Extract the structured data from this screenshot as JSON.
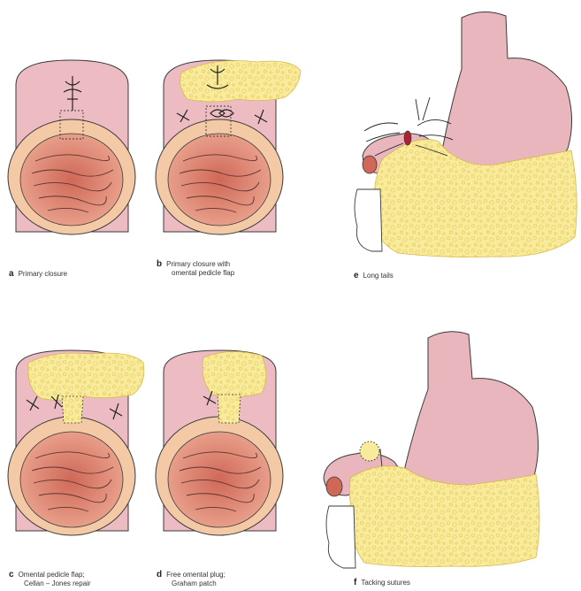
{
  "colors": {
    "tissue_pink": "#edbcc2",
    "lumen_salmon": "#e2907f",
    "lumen_dark": "#d06858",
    "omentum_yellow": "#f8ec9c",
    "stomach_pink": "#e8b6bc",
    "outline": "#3a3a3a"
  },
  "panels": {
    "a": {
      "letter": "a",
      "caption": "Primary closure"
    },
    "b": {
      "letter": "b",
      "caption_line1": "Primary closure with",
      "caption_line2": "omental pedicle flap"
    },
    "c": {
      "letter": "c",
      "caption_line1": "Omental pedicle flap;",
      "caption_line2": "Cellan – Jones repair"
    },
    "d": {
      "letter": "d",
      "caption_line1": "Free omental plug;",
      "caption_line2": "Graham patch"
    },
    "e": {
      "letter": "e",
      "caption": "Long tails"
    },
    "f": {
      "letter": "f",
      "caption": "Tacking sutures"
    }
  }
}
